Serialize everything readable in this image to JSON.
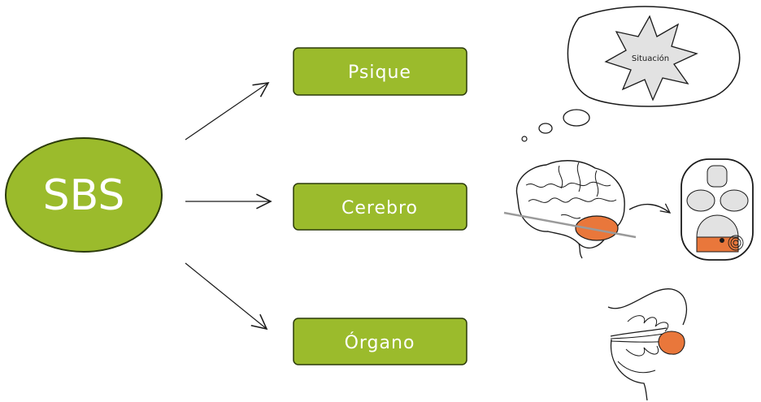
{
  "diagram": {
    "center": {
      "label": "SBS"
    },
    "nodes": [
      {
        "id": "psique",
        "label": "Psique"
      },
      {
        "id": "cerebro",
        "label": "Cerebro"
      },
      {
        "id": "organo",
        "label": "Órgano"
      }
    ],
    "thought": {
      "label": "Situación"
    }
  },
  "colors": {
    "green": "#9bbb2c",
    "green_dark": "#2b3a0a",
    "orange": "#e9773b",
    "gray_fill": "#e2e2e2",
    "ink": "#1a1a1a"
  }
}
